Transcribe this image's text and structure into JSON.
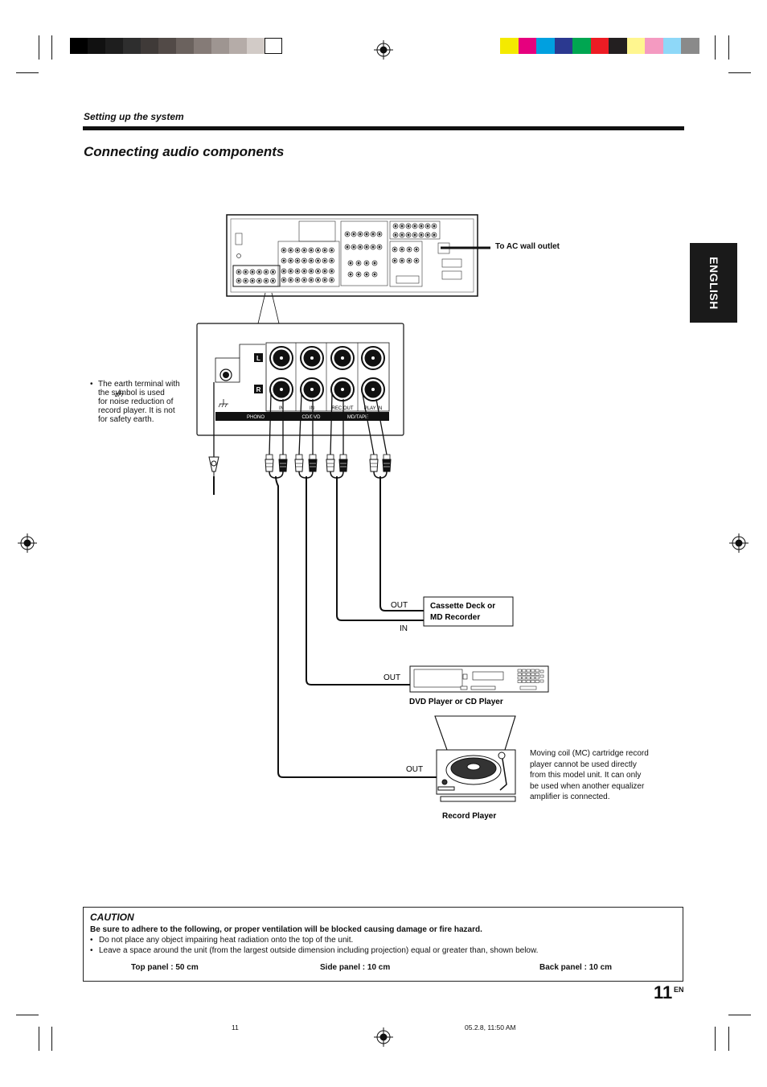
{
  "header": {
    "section_label": "Setting up the system",
    "page_title": "Connecting audio components",
    "language_tab": "ENGLISH"
  },
  "print_marks": {
    "gray_swatches": [
      "#000000",
      "#111111",
      "#1e1e1e",
      "#2e2e2e",
      "#3f3a38",
      "#524a47",
      "#6b625e",
      "#857b77",
      "#9e9591",
      "#b5aca8",
      "#d2cbc7",
      "#ffffff"
    ],
    "color_swatches": [
      "#f4ea00",
      "#e6007e",
      "#00a0e0",
      "#2b3990",
      "#00a651",
      "#ed1c24",
      "#231f20",
      "#fff68f",
      "#f49ac1",
      "#8ed8f8",
      "#8a8a8a"
    ]
  },
  "diagram": {
    "ac_outlet_label": "To AC wall outlet",
    "earth_note": "The earth terminal with the ⏚ symbol is used for noise reduction of record player. It is not for safety earth.",
    "earth_note_lines": [
      "The earth terminal with",
      "the      symbol is used",
      "for noise reduction of",
      "record player. It is not",
      "for safety earth."
    ],
    "channel_left": "L",
    "channel_right": "R",
    "jack_labels": {
      "phono_in": "IN",
      "cd_in": "IN",
      "rec_out": "REC OUT",
      "play_in": "PLAY IN"
    },
    "group_labels": {
      "phono": "PHONO",
      "cd_dvd": "CD/DVD",
      "md_tape": "MD/TAPE"
    },
    "cassette": {
      "name_line1": "Cassette Deck or",
      "name_line2": "MD Recorder",
      "out_label": "OUT",
      "in_label": "IN"
    },
    "dvd": {
      "out_label": "OUT",
      "name": "DVD Player or CD Player"
    },
    "record_player": {
      "out_label": "OUT",
      "name": "Record Player",
      "note_lines": [
        "Moving coil (MC) cartridge record",
        "player cannot be used directly",
        "from this model unit. It can only",
        "be used when another equalizer",
        "amplifier is connected."
      ]
    }
  },
  "caution": {
    "title": "CAUTION",
    "lead": "Be sure to adhere to the following, or proper ventilation will be blocked causing damage or fire hazard.",
    "bullets": [
      "Do not place any object impairing heat radiation onto the top of the unit.",
      "Leave a space around the unit (from the largest outside dimension including projection) equal or greater than, shown below."
    ],
    "panels": {
      "top": "Top panel : 50 cm",
      "side": "Side panel : 10 cm",
      "back": "Back panel : 10 cm"
    }
  },
  "page": {
    "number": "11",
    "number_suffix": "EN"
  },
  "footer": {
    "left": "11",
    "right": "05.2.8, 11:50 AM"
  }
}
